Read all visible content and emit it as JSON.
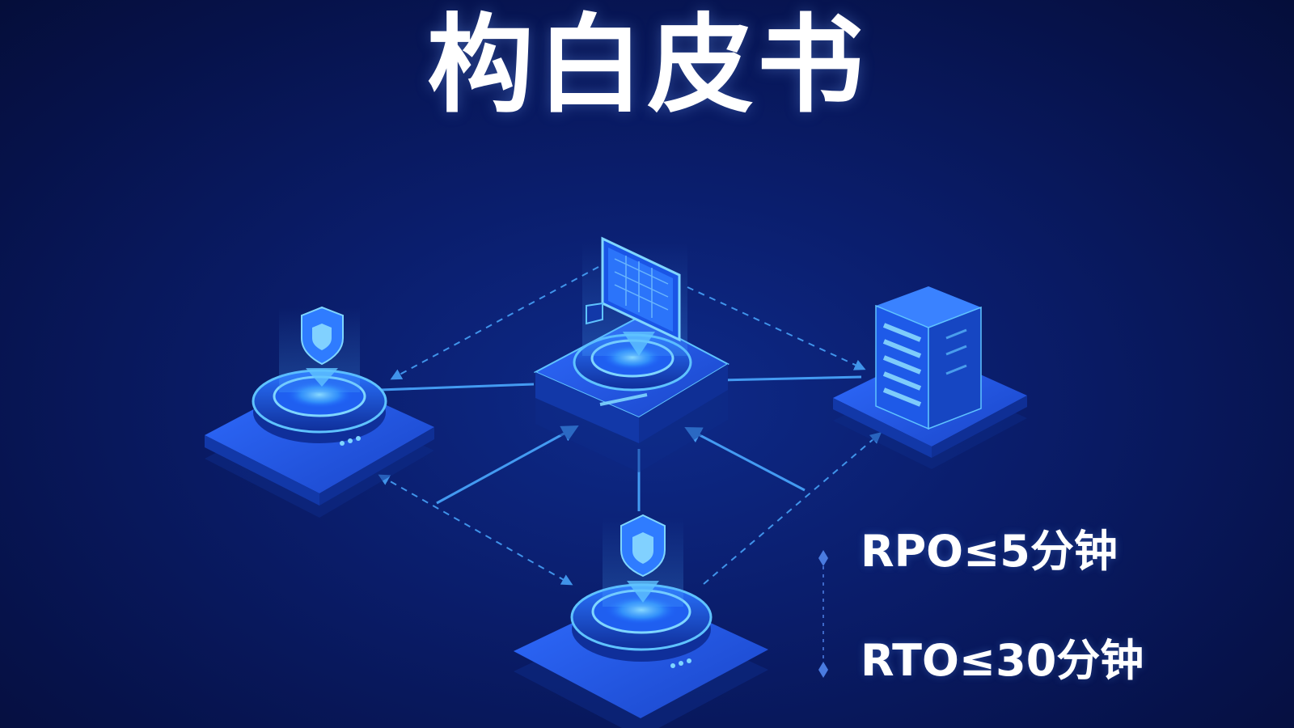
{
  "title": "构白皮书",
  "metrics": {
    "rpo": "RPO≤5分钟",
    "rto": "RTO≤30分钟"
  },
  "colors": {
    "background": "#0a1d6b",
    "platform": "#1f56e0",
    "platform_top": "#2f6cff",
    "glow": "#5fc3ff",
    "line": "#4aa8ff",
    "text": "#ffffff"
  },
  "nodes": [
    {
      "id": "shield-node-left",
      "icon": "shield-icon"
    },
    {
      "id": "monitor-hub-center",
      "icon": "monitor-icon"
    },
    {
      "id": "server-node-right",
      "icon": "server-icon"
    },
    {
      "id": "shield-node-bottom",
      "icon": "shield-icon"
    }
  ]
}
